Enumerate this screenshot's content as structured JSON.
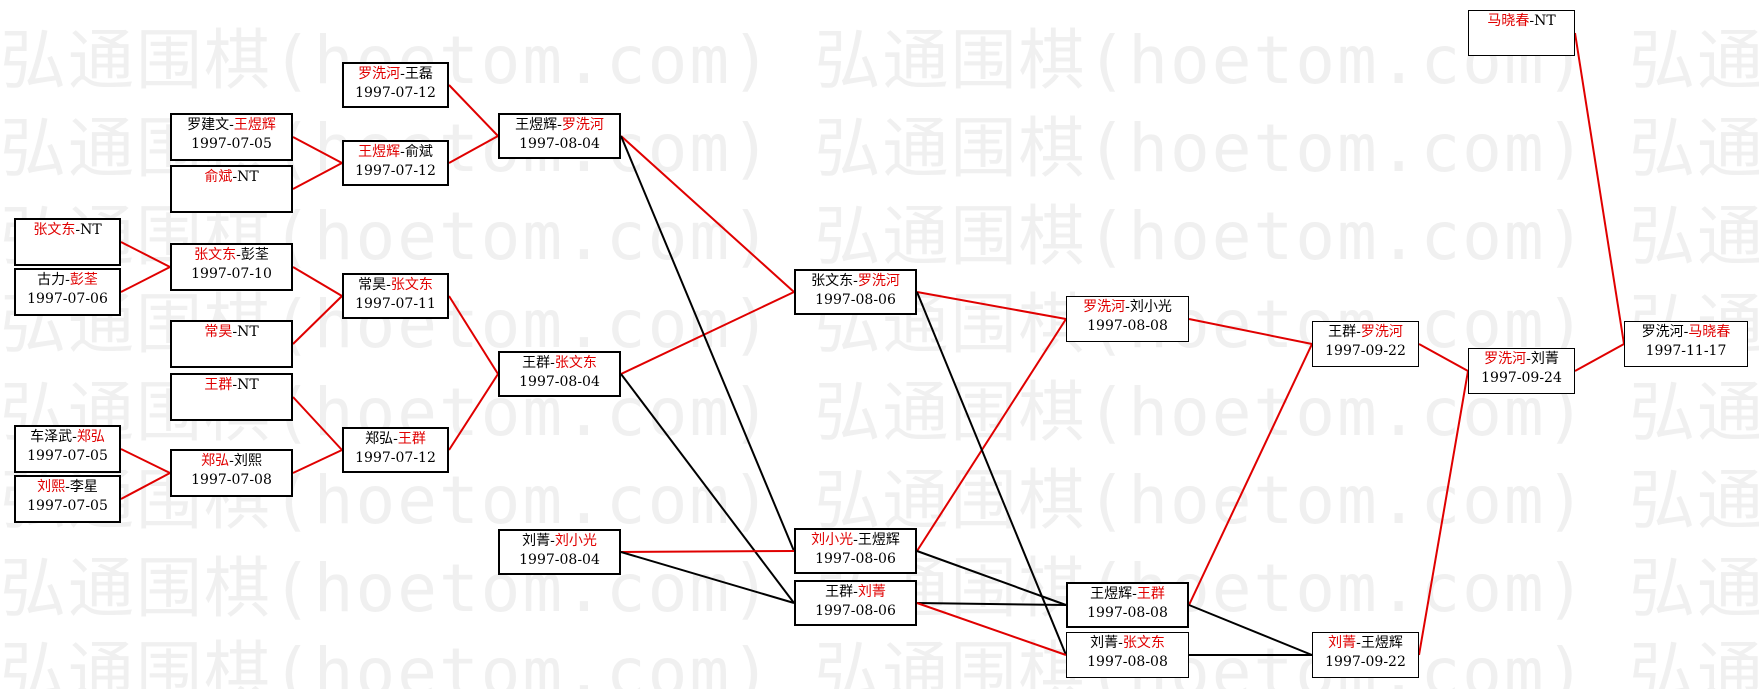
{
  "watermark": "弘通围棋(hoetom.com) 弘通围棋(hoetom.com) 弘通围棋(hoetom.com)",
  "colors": {
    "winner": "#e00000",
    "loser": "#000000",
    "win_edge": "#e00000",
    "lose_edge": "#000000"
  },
  "nodes": [
    {
      "id": "r1_zwd_nt",
      "p1": "张文东",
      "p2": "NT",
      "win": 1,
      "date": ""
    },
    {
      "id": "r1_gl_pj",
      "p1": "古力",
      "p2": "彭荃",
      "win": 2,
      "date": "1997-07-06"
    },
    {
      "id": "r1_czw_zh",
      "p1": "车泽武",
      "p2": "郑弘",
      "win": 2,
      "date": "1997-07-05"
    },
    {
      "id": "r1_lx_lx",
      "p1": "刘熙",
      "p2": "李星",
      "win": 1,
      "date": "1997-07-05"
    },
    {
      "id": "r2_ljw_wyh",
      "p1": "罗建文",
      "p2": "王煜辉",
      "win": 2,
      "date": "1997-07-05"
    },
    {
      "id": "r2_yb_nt",
      "p1": "俞斌",
      "p2": "NT",
      "win": 1,
      "date": ""
    },
    {
      "id": "r2_zwd_pj",
      "p1": "张文东",
      "p2": "彭荃",
      "win": 1,
      "date": "1997-07-10"
    },
    {
      "id": "r2_ch_nt",
      "p1": "常昊",
      "p2": "NT",
      "win": 1,
      "date": ""
    },
    {
      "id": "r2_wq_nt",
      "p1": "王群",
      "p2": "NT",
      "win": 1,
      "date": ""
    },
    {
      "id": "r2_zh_lx",
      "p1": "郑弘",
      "p2": "刘熙",
      "win": 1,
      "date": "1997-07-08"
    },
    {
      "id": "r3_lxh_wl",
      "p1": "罗洗河",
      "p2": "王磊",
      "win": 1,
      "date": "1997-07-12"
    },
    {
      "id": "r3_wyh_yb",
      "p1": "王煜辉",
      "p2": "俞斌",
      "win": 1,
      "date": "1997-07-12"
    },
    {
      "id": "r3_ch_zwd",
      "p1": "常昊",
      "p2": "张文东",
      "win": 2,
      "date": "1997-07-11"
    },
    {
      "id": "r3_zh_wq",
      "p1": "郑弘",
      "p2": "王群",
      "win": 2,
      "date": "1997-07-12"
    },
    {
      "id": "r4_wyh_lxh",
      "p1": "王煜辉",
      "p2": "罗洗河",
      "win": 2,
      "date": "1997-08-04"
    },
    {
      "id": "r4_wq_zwd",
      "p1": "王群",
      "p2": "张文东",
      "win": 2,
      "date": "1997-08-04"
    },
    {
      "id": "r4_lj_lxg",
      "p1": "刘菁",
      "p2": "刘小光",
      "win": 2,
      "date": "1997-08-04"
    },
    {
      "id": "r5_zwd_lxh",
      "p1": "张文东",
      "p2": "罗洗河",
      "win": 2,
      "date": "1997-08-06"
    },
    {
      "id": "r5_lxg_wyh",
      "p1": "刘小光",
      "p2": "王煜辉",
      "win": 1,
      "date": "1997-08-06"
    },
    {
      "id": "r5_wq_lj",
      "p1": "王群",
      "p2": "刘菁",
      "win": 2,
      "date": "1997-08-06"
    },
    {
      "id": "r6_lxh_lxg",
      "p1": "罗洗河",
      "p2": "刘小光",
      "win": 1,
      "date": "1997-08-08"
    },
    {
      "id": "r6_wyh_wq",
      "p1": "王煜辉",
      "p2": "王群",
      "win": 2,
      "date": "1997-08-08"
    },
    {
      "id": "r6_lj_zwd",
      "p1": "刘菁",
      "p2": "张文东",
      "win": 2,
      "date": "1997-08-08"
    },
    {
      "id": "r7_wq_lxh",
      "p1": "王群",
      "p2": "罗洗河",
      "win": 2,
      "date": "1997-09-22"
    },
    {
      "id": "r7_lj_wyh",
      "p1": "刘菁",
      "p2": "王煜辉",
      "win": 1,
      "date": "1997-09-22"
    },
    {
      "id": "r8_lxh_lj",
      "p1": "罗洗河",
      "p2": "刘菁",
      "win": 1,
      "date": "1997-09-24"
    },
    {
      "id": "r8_mxc_nt",
      "p1": "马晓春",
      "p2": "NT",
      "win": 1,
      "date": ""
    },
    {
      "id": "r9_final",
      "p1": "罗洗河",
      "p2": "马晓春",
      "win": 2,
      "date": "1997-11-17"
    }
  ],
  "edges": [
    {
      "from": "r1_zwd_nt",
      "to": "r2_zwd_pj",
      "win": true
    },
    {
      "from": "r1_gl_pj",
      "to": "r2_zwd_pj",
      "win": true
    },
    {
      "from": "r1_czw_zh",
      "to": "r2_zh_lx",
      "win": true
    },
    {
      "from": "r1_lx_lx",
      "to": "r2_zh_lx",
      "win": true
    },
    {
      "from": "r2_ljw_wyh",
      "to": "r3_wyh_yb",
      "win": true
    },
    {
      "from": "r2_yb_nt",
      "to": "r3_wyh_yb",
      "win": true
    },
    {
      "from": "r2_zwd_pj",
      "to": "r3_ch_zwd",
      "win": true
    },
    {
      "from": "r2_ch_nt",
      "to": "r3_ch_zwd",
      "win": true
    },
    {
      "from": "r2_wq_nt",
      "to": "r3_zh_wq",
      "win": true
    },
    {
      "from": "r2_zh_lx",
      "to": "r3_zh_wq",
      "win": true
    },
    {
      "from": "r3_lxh_wl",
      "to": "r4_wyh_lxh",
      "win": true
    },
    {
      "from": "r3_wyh_yb",
      "to": "r4_wyh_lxh",
      "win": true
    },
    {
      "from": "r3_ch_zwd",
      "to": "r4_wq_zwd",
      "win": true
    },
    {
      "from": "r3_zh_wq",
      "to": "r4_wq_zwd",
      "win": true
    },
    {
      "from": "r4_wyh_lxh",
      "to": "r5_zwd_lxh",
      "win": true
    },
    {
      "from": "r4_wq_zwd",
      "to": "r5_zwd_lxh",
      "win": true
    },
    {
      "from": "r4_wyh_lxh",
      "to": "r5_lxg_wyh",
      "win": false
    },
    {
      "from": "r4_wq_zwd",
      "to": "r5_wq_lj",
      "win": false
    },
    {
      "from": "r4_lj_lxg",
      "to": "r5_lxg_wyh",
      "win": true
    },
    {
      "from": "r4_lj_lxg",
      "to": "r5_wq_lj",
      "win": false
    },
    {
      "from": "r5_zwd_lxh",
      "to": "r6_lxh_lxg",
      "win": true
    },
    {
      "from": "r5_lxg_wyh",
      "to": "r6_lxh_lxg",
      "win": true
    },
    {
      "from": "r5_zwd_lxh",
      "to": "r6_lj_zwd",
      "win": false
    },
    {
      "from": "r5_lxg_wyh",
      "to": "r6_wyh_wq",
      "win": false
    },
    {
      "from": "r5_wq_lj",
      "to": "r6_wyh_wq",
      "win": false
    },
    {
      "from": "r5_wq_lj",
      "to": "r6_lj_zwd",
      "win": true
    },
    {
      "from": "r6_lxh_lxg",
      "to": "r7_wq_lxh",
      "win": true
    },
    {
      "from": "r6_wyh_wq",
      "to": "r7_wq_lxh",
      "win": true
    },
    {
      "from": "r6_wyh_wq",
      "to": "r7_lj_wyh",
      "win": false
    },
    {
      "from": "r6_lj_zwd",
      "to": "r7_lj_wyh",
      "win": false
    },
    {
      "from": "r7_wq_lxh",
      "to": "r8_lxh_lj",
      "win": true
    },
    {
      "from": "r7_lj_wyh",
      "to": "r8_lxh_lj",
      "win": true
    },
    {
      "from": "r8_lxh_lj",
      "to": "r9_final",
      "win": true
    },
    {
      "from": "r8_mxc_nt",
      "to": "r9_final",
      "win": true
    }
  ]
}
